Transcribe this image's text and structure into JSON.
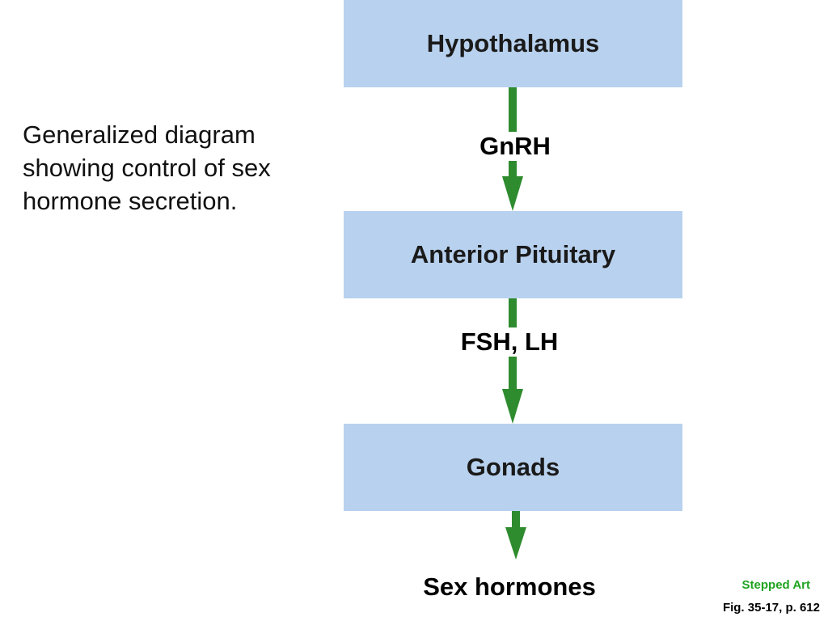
{
  "caption": "Generalized diagram showing control of sex hormone secretion.",
  "diagram": {
    "boxes": [
      "Hypothalamus",
      "Anterior Pituitary",
      "Gonads"
    ],
    "arrow_labels": [
      "GnRH",
      "FSH, LH"
    ],
    "output": "Sex hormones"
  },
  "footer": {
    "stepped_art": "Stepped Art",
    "figure_ref": "Fig. 35-17, p. 612"
  },
  "colors": {
    "box_fill": "#b8d1ee",
    "arrow": "#2e8b2e",
    "stepped_art": "#1fa31f"
  }
}
